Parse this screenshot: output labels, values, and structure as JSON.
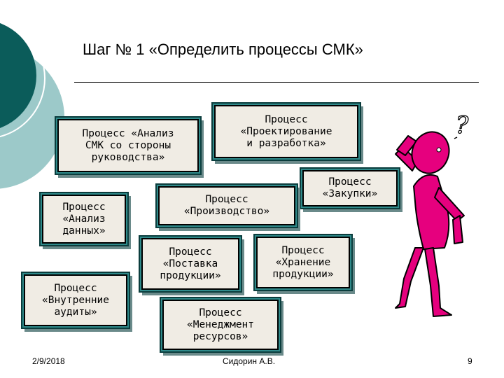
{
  "slide": {
    "title": "Шаг № 1 «Определить процессы СМК»",
    "processes": [
      "Процесс «Анализ\nСМК со стороны\nруководства»",
      "Процесс\n«Проектирование\nи разработка»",
      "Процесс\n«Закупки»",
      "Процесс\n«Производство»",
      "Процесс\n«Анализ\nданных»",
      "Процесс\n«Поставка\nпродукции»",
      "Процесс\n«Хранение\nпродукции»",
      "Процесс\n«Внутренние\nаудиты»",
      "Процесс\n«Менеджмент\nресурсов»"
    ],
    "figure_mark": "?"
  },
  "footer": {
    "date": "2/9/2018",
    "author": "Сидорин А.В.",
    "page": "9"
  },
  "colors": {
    "dark_teal": "#0b5c5a",
    "light_teal": "#9cc9c9",
    "box_fill": "#f0ece4",
    "figure_pink": "#e6007e"
  },
  "icons": [
    "thinking-figure-icon",
    "question-mark-icon"
  ]
}
